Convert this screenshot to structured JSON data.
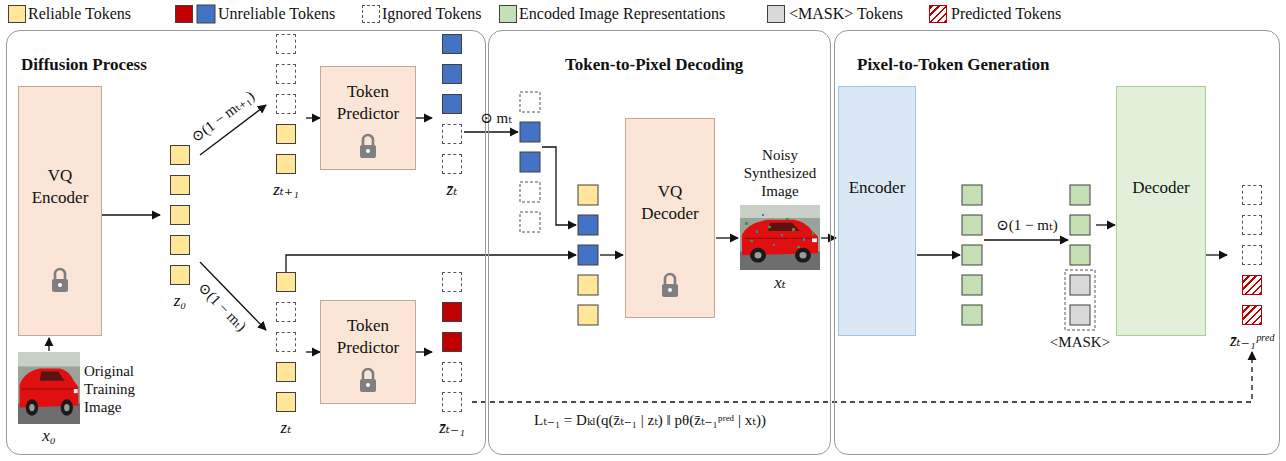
{
  "diagram": {
    "nodes": [
      {
        "text": [
          "Diffusion Process"
        ]
      },
      {
        "text": [
          "VQ Encoder"
        ],
        "in": 0
      },
      {
        "text": [
          "z₀"
        ],
        "in": 0
      },
      {
        "text": [
          "zₜ₊₁"
        ],
        "in": 0
      },
      {
        "text": [
          "Token Predictor"
        ],
        "in": 0
      },
      {
        "text": [
          "z̄ₜ"
        ],
        "in": 0
      },
      {
        "text": [
          "zₜ"
        ],
        "in": 0
      },
      {
        "text": [
          "Token Predictor"
        ],
        "in": 0
      },
      {
        "text": [
          "z̄ₜ₋₁"
        ],
        "in": 0
      },
      {
        "text": [
          "Token-to-Pixel Decoding"
        ]
      },
      {
        "text": [
          "VQ Decoder"
        ],
        "in": 9
      },
      {
        "text": [
          "Pixel-to-Token Generation"
        ]
      },
      {
        "text": [
          "Encoder"
        ],
        "in": 11
      },
      {
        "text": [
          "Decoder"
        ],
        "in": 11
      },
      {
        "text": [
          "z̄ₜ₋₁ᵖʳᵉᵈ"
        ],
        "in": 11
      }
    ],
    "edges": [
      {
        "from": 1,
        "to": 2,
        "arrow": "to"
      },
      {
        "from": 2,
        "to": 3,
        "label": "⊙(1 − mₜ₊₁)",
        "arrow": "to"
      },
      {
        "from": 2,
        "to": 6,
        "label": "⊙(1 − mₜ)",
        "arrow": "to"
      },
      {
        "from": 3,
        "to": 4,
        "arrow": "to"
      },
      {
        "from": 4,
        "to": 5,
        "arrow": "to"
      },
      {
        "from": 6,
        "to": 7,
        "arrow": "to"
      },
      {
        "from": 7,
        "to": 8,
        "arrow": "to"
      },
      {
        "from": 13,
        "to": 14,
        "arrow": "to"
      },
      {
        "from": 8,
        "to": 14,
        "label": "Lₜ₋₁ = Dₖₗ(q(z̄ₜ₋₁ | zₜ) ‖ pθ(z̄ₜ₋₁ᵖʳᵉᵈ | xₜ))",
        "arrow": "to"
      }
    ],
    "labels": [
      "Original Training Image",
      "x₀",
      "⊙ mₜ",
      "Noisy Synthesized Image",
      "xₜ",
      "⊙(1 − mₜ)",
      "<MASK>"
    ],
    "legend": [
      {
        "text": "Reliable Tokens",
        "color": "#ffe699"
      },
      {
        "text": "Unreliable Tokens",
        "color": "#c00000"
      },
      {
        "text": "Ignored Tokens"
      },
      {
        "text": "Encoded Image Representations",
        "color": "#c5e0b4"
      },
      {
        "text": "<MASK> Tokens",
        "color": "#d9d9d9"
      },
      {
        "text": "Predicted Tokens"
      }
    ]
  }
}
